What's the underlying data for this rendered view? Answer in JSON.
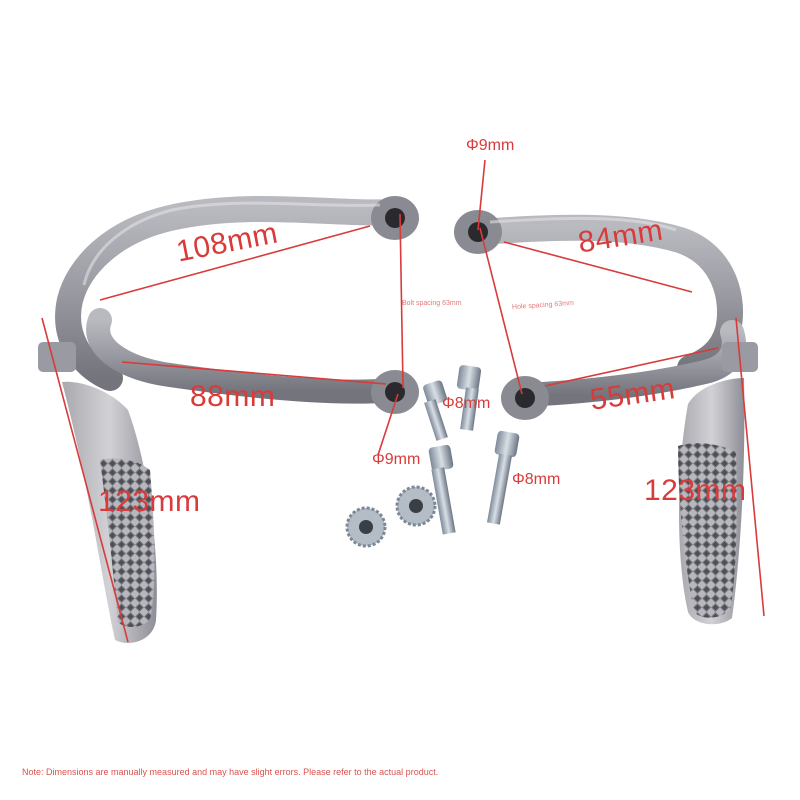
{
  "dimensions": {
    "left_top_length": "108mm",
    "right_top_length": "84mm",
    "left_bottom_length": "88mm",
    "right_bottom_length": "55mm",
    "left_peg_length": "123mm",
    "right_peg_length": "123mm",
    "top_hole_diameter": "Φ9mm",
    "bottom_hole_diameter": "Φ9mm",
    "bolt_diameter_upper": "Φ8mm",
    "bolt_diameter_lower": "Φ8mm",
    "bolt_spacing": "Bolt spacing 63mm",
    "hole_spacing": "Hole spacing 63mm"
  },
  "note": "Note: Dimensions are manually measured and may have slight errors. Please refer to the actual product.",
  "colors": {
    "annotation": "#d93a3a",
    "metal": "#9a9aa2",
    "metal_dark": "#6e6e76",
    "metal_light": "#c8c8ce"
  }
}
